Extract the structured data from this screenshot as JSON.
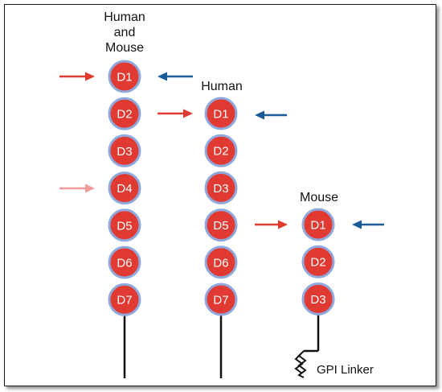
{
  "columns": [
    {
      "id": "human-and-mouse",
      "title_lines": [
        "Human",
        "and",
        "Mouse"
      ],
      "domains": [
        "D1",
        "D2",
        "D3",
        "D4",
        "D5",
        "D6",
        "D7"
      ]
    },
    {
      "id": "human",
      "title_lines": [
        "Human"
      ],
      "domains": [
        "D1",
        "D2",
        "D3",
        "D5",
        "D6",
        "D7"
      ]
    },
    {
      "id": "mouse",
      "title_lines": [
        "Mouse"
      ],
      "domains": [
        "D1",
        "D2",
        "D3"
      ]
    }
  ],
  "gpi_label": "GPI Linker",
  "colors": {
    "domain_fill": "#e03a33",
    "domain_stroke": "#8fa9dc",
    "arrow_red": "#e03a33",
    "arrow_pink": "#f19a9a",
    "arrow_blue": "#1a5a96"
  }
}
